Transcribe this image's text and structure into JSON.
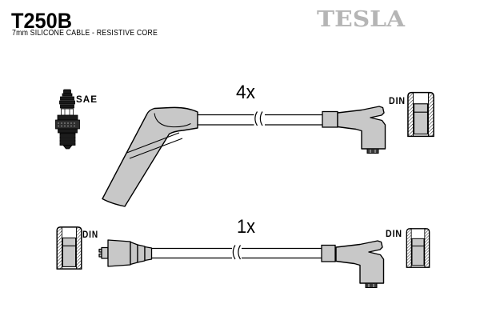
{
  "header": {
    "part_number": "T250B",
    "subtitle": "7mm SILICONE CABLE - RESISTIVE CORE",
    "brand": "TESLA"
  },
  "labels": {
    "spark_plug_end": "SAE",
    "qty_top": "4x",
    "qty_bottom": "1x",
    "din_top_right": "DIN",
    "din_bottom_left": "DIN",
    "din_bottom_right": "DIN"
  },
  "colors": {
    "boot_fill": "#c8c8c8",
    "outline": "#000000",
    "brand_gray": "#b5b5b5",
    "plug_dark": "#1a1a1a",
    "background": "#ffffff"
  }
}
